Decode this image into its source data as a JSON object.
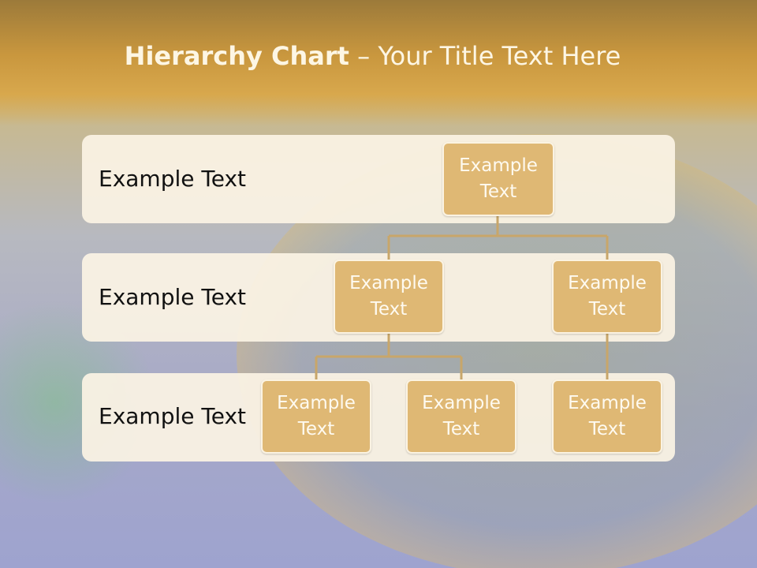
{
  "title": {
    "bold": "Hierarchy Chart",
    "rest": " – Your Title Text Here"
  },
  "levels": [
    {
      "label": "Example Text"
    },
    {
      "label": "Example Text"
    },
    {
      "label": "Example Text"
    }
  ],
  "nodes": {
    "root": "Example Text",
    "level2_left": "Example Text",
    "level2_right": "Example Text",
    "level3_a": "Example Text",
    "level3_b": "Example Text",
    "level3_c": "Example Text"
  },
  "colors": {
    "node_fill": "#dfb874",
    "connector": "#c8a66a",
    "band": "#fbf3e4",
    "title_text": "#fdf6e4"
  }
}
